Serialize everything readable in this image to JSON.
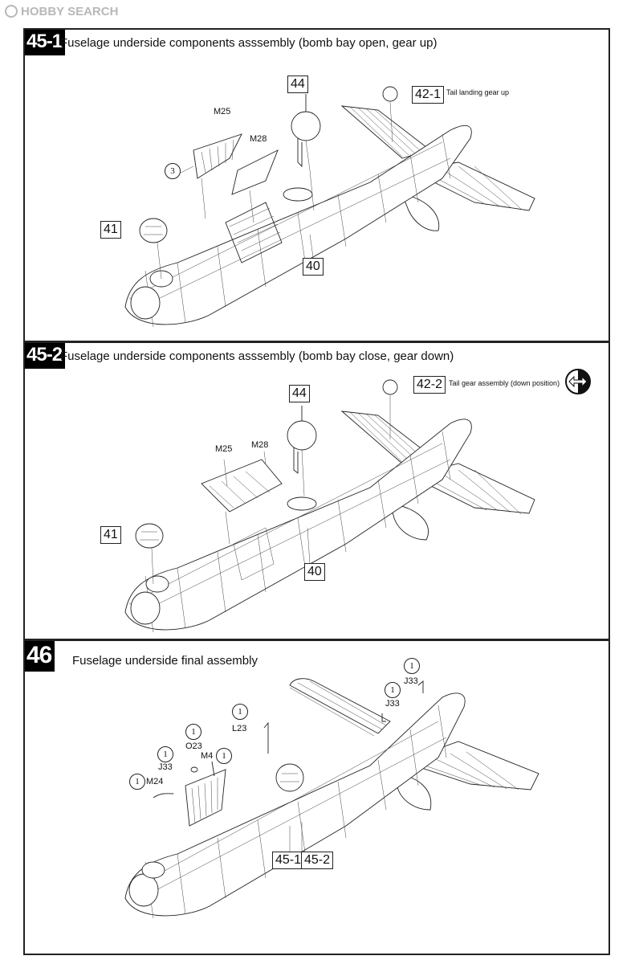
{
  "watermark": {
    "text": "HOBBY SEARCH"
  },
  "steps": [
    {
      "number": "45-1",
      "title": "Fuselage underside components asssembly (bomb bay open, gear up)",
      "parts": {
        "p44": "44",
        "p41": "41",
        "p40": "40",
        "p42": "42-1",
        "p3": "3",
        "m25": "M25",
        "m28": "M28"
      },
      "note": "Tail landing gear up"
    },
    {
      "number": "45-2",
      "title": "Fuselage underside components asssembly (bomb bay close, gear down)",
      "parts": {
        "p44": "44",
        "p41": "41",
        "p40": "40",
        "p42": "42-2",
        "m25": "M25",
        "m28": "M28"
      },
      "note": "Tail gear assembly (down position)",
      "icon": "detail-arrows-icon"
    },
    {
      "number": "46",
      "title": "Fuselage underside final assembly",
      "parts": {
        "j33a": "J33",
        "j33b": "J33",
        "j33c": "J33",
        "l23": "L23",
        "o23": "O23",
        "m4": "M4",
        "m24": "M24",
        "s451": "45-1",
        "s452": "45-2",
        "qty": "1"
      }
    }
  ]
}
